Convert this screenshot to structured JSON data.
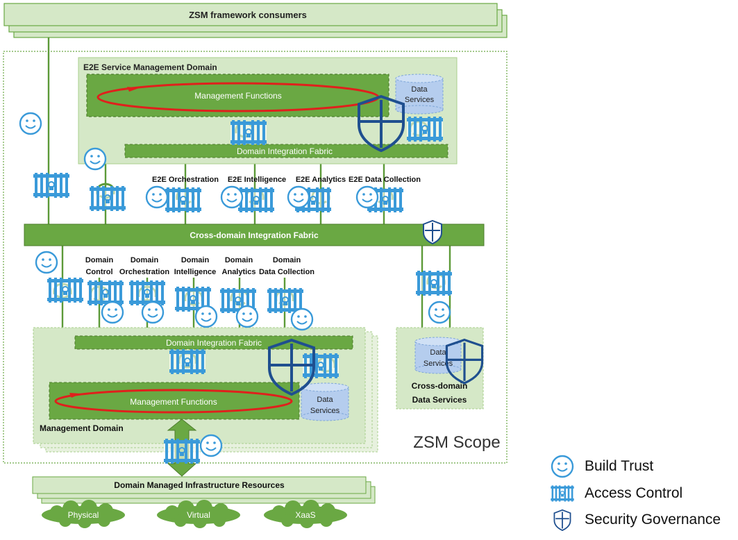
{
  "consumers": {
    "label": "ZSM framework consumers"
  },
  "zsm_scope": {
    "label": "ZSM Scope"
  },
  "e2e_domain": {
    "title": "E2E Service Management Domain",
    "management_functions": "Management Functions",
    "data_services": [
      "Data",
      "Services"
    ],
    "integration_fabric": "Domain Integration Fabric"
  },
  "e2e_services": [
    "E2E Orchestration",
    "E2E Intelligence",
    "E2E Analytics",
    "E2E Data Collection"
  ],
  "cross_domain_fabric": {
    "label": "Cross-domain Integration Fabric"
  },
  "domain_services": [
    [
      "Domain",
      "Control"
    ],
    [
      "Domain",
      "Orchestration"
    ],
    [
      "Domain",
      "Intelligence"
    ],
    [
      "Domain",
      "Analytics"
    ],
    [
      "Domain",
      "Data Collection"
    ]
  ],
  "management_domain": {
    "title": "Management Domain",
    "integration_fabric": "Domain Integration Fabric",
    "management_functions": "Management Functions",
    "data_services": [
      "Data",
      "Services"
    ]
  },
  "cross_domain_data_services": {
    "title": [
      "Cross-domain",
      "Data Services"
    ],
    "data_services": [
      "Data",
      "Services"
    ]
  },
  "infrastructure": {
    "label": "Domain Managed Infrastructure Resources",
    "clouds": [
      "Physical",
      "Virtual",
      "XaaS"
    ]
  },
  "legend": [
    {
      "icon": "smiley-icon",
      "label": "Build Trust"
    },
    {
      "icon": "fence-icon",
      "label": "Access Control"
    },
    {
      "icon": "shield-icon",
      "label": "Security Governance"
    }
  ],
  "colors": {
    "green_dark": "#6aa843",
    "green_line": "#5c9a38",
    "green_light": "#d5e8c7",
    "green_pale": "#e7f1de",
    "blue_icon": "#3a9ad9",
    "navy_shield": "#1f4f8f",
    "red_cycle": "#e0201c",
    "cyl_fill": "#b5cdee"
  }
}
